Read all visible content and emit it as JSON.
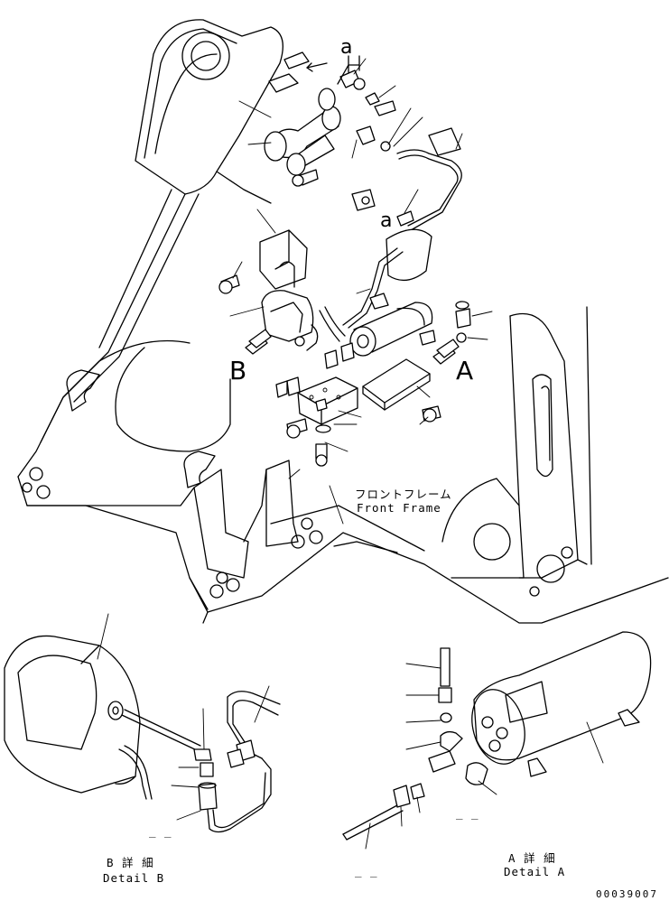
{
  "labels": {
    "view_a_letter": "A",
    "view_b_letter": "B",
    "ref_a_top": "a",
    "ref_a_mid": "a",
    "front_frame_jp": "フロントフレーム",
    "front_frame_en": "Front Frame",
    "detail_b_jp": "B 詳 細",
    "detail_b_en": "Detail B",
    "detail_a_jp": "A 詳 細",
    "detail_a_en": "Detail A",
    "drawing_number": "00039007",
    "dash_b": "_ _",
    "dash_a1": "_ _",
    "dash_a2": "_ _"
  }
}
